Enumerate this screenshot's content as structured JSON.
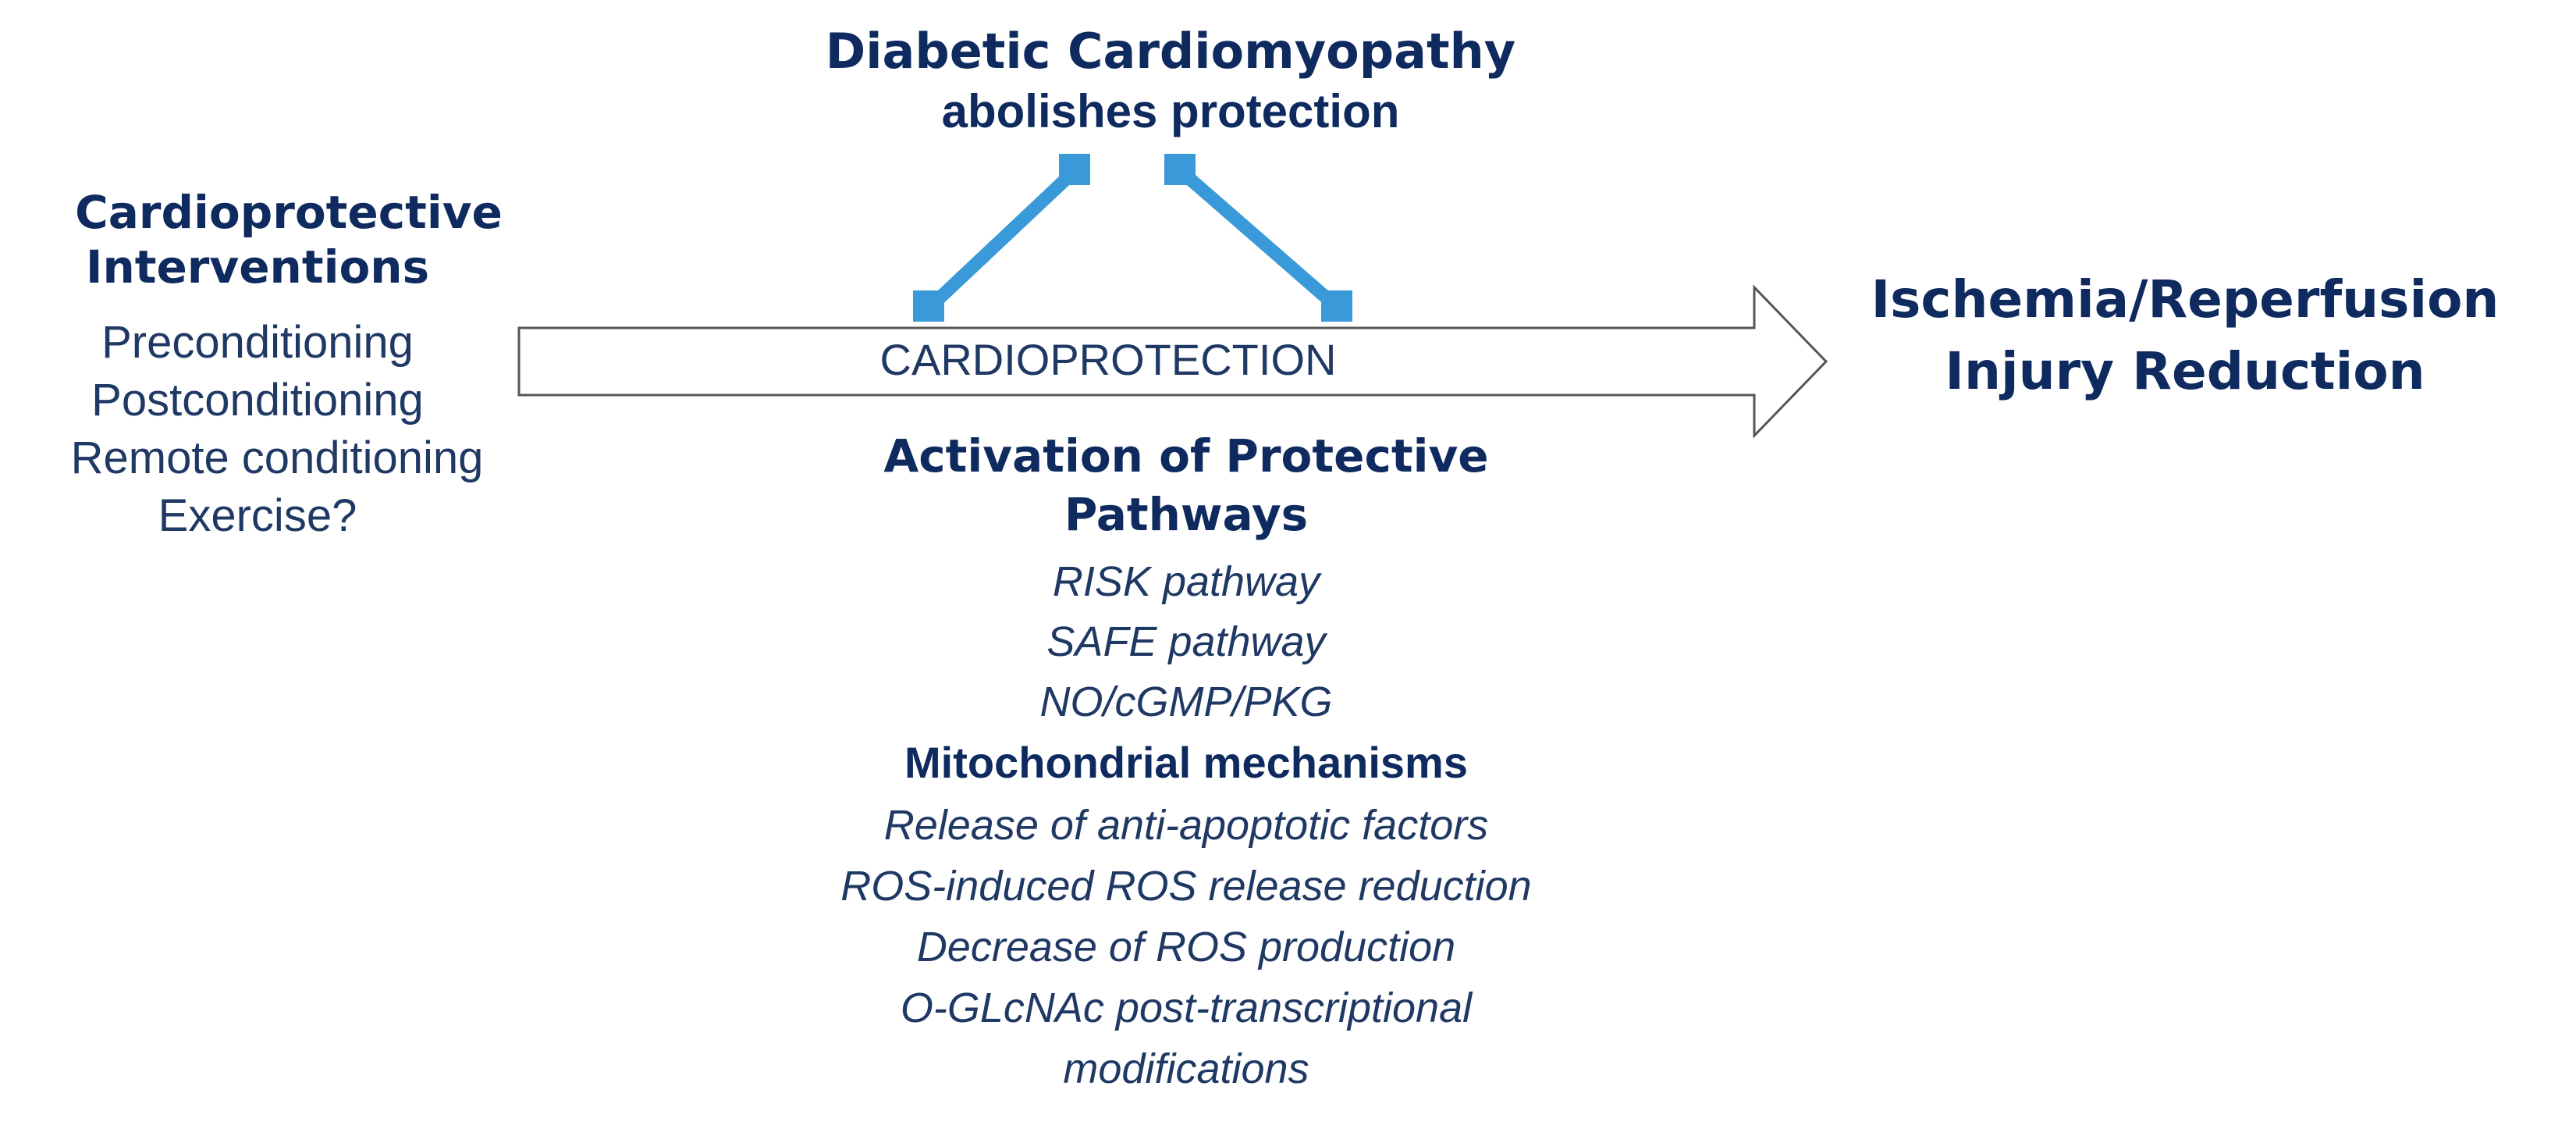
{
  "top_block": {
    "title": "Diabetic Cardiomyopathy",
    "subtitle": "abolishes protection"
  },
  "left_block": {
    "title_line1": "Cardioprotective",
    "title_line2": "Interventions",
    "items": [
      "Preconditioning",
      "Postconditioning",
      "Remote conditioning",
      "Exercise?"
    ]
  },
  "arrow": {
    "label": "CARDIOPROTECTION"
  },
  "right_block": {
    "line1": "Ischemia/Reperfusion",
    "line2": "Injury Reduction"
  },
  "bottom_block": {
    "title_line1": "Activation of Protective",
    "title_line2": "Pathways",
    "pathways": [
      "RISK pathway",
      "SAFE pathway",
      "NO/cGMP/PKG"
    ],
    "mito_title": "Mitochondrial mechanisms",
    "mito_items": [
      "Release of anti-apoptotic factors",
      "ROS-induced ROS release reduction",
      "Decrease of ROS production",
      "O-GLcNAc post-transcriptional",
      "modifications"
    ]
  },
  "colors": {
    "connector": "#3a9ad9",
    "text_dark": "#0e2a5e",
    "text": "#1f3864",
    "arrow_stroke": "#555555"
  }
}
